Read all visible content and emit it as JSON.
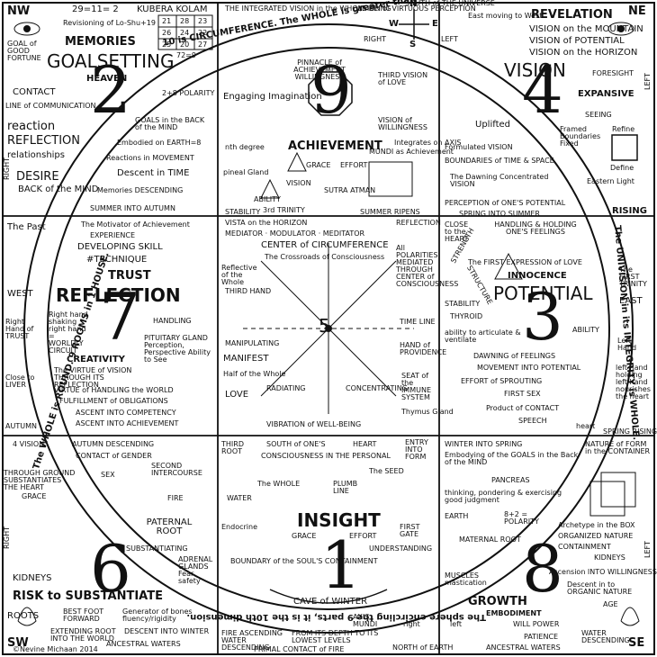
{
  "corners": {
    "nw": "NW",
    "ne": "NE",
    "sw": "SW",
    "se": "SE"
  },
  "header": {
    "equation": "29=11= 2",
    "kubera": "KUBERA KOLAM",
    "lo_shu": "Revisioning of Lo-Shu+19",
    "grid": [
      "21",
      "28",
      "23",
      "26",
      "24",
      "22",
      "25",
      "20",
      "27"
    ],
    "grid_sum": "72=9",
    "integrated": "THE INTEGRATED VISION in the WHOLE BEING",
    "virtuous": "VISION of VIRTUOUS PERCEPTION",
    "south_universe": "SOUTH of THE UNIVERSE",
    "east_west": "East moving to West",
    "revelation": "REVELATION"
  },
  "ring_text": {
    "top": "10 is CIRCUMFERENCE.   The WHOLE is greater than the sum of its parts.",
    "left": "The WHOLE is ROUND.  9 ROOMS in 1 HOUSE.",
    "right": "The UNIVISION in its INTEGRITY is WHOLE.",
    "bottom": "The sphere encircling the 9 parts, it is the 10th dimension."
  },
  "cells": {
    "c2": {
      "number": "2",
      "lines": [
        "GOAL of GOOD FORTUNE",
        "MEMORIES",
        "GOALSETTING",
        "HEAVEN",
        "CONTACT",
        "LINE of COMMUNICATION",
        "2+8 POLARITY",
        "reaction",
        "REFLECTION",
        "relationships",
        "GOALS in the BACK of the MIND",
        "Embodied on EARTH=8",
        "DESIRE",
        "BACK of the MIND",
        "Reactions in MOVEMENT",
        "Descent in TIME",
        "Memories DESCENDING",
        "SUMMER INTO AUTUMN",
        "RIGHT"
      ]
    },
    "c9": {
      "number": "9",
      "lines": [
        "PINNACLE of ACHIEVEMENT WILLINGNESS",
        "Engaging Imagination",
        "THIRD VISION of LOVE",
        "VISION of WILLINGNESS",
        "ACHIEVEMENT",
        "nth degree",
        "pineal Gland",
        "GRACE",
        "EFFORT",
        "SUTRA ATMAN",
        "MUNDI as Achievement",
        "STABILITY",
        "3rd TRINITY",
        "ABILITY",
        "VISION",
        "SUMMER RIPENS",
        "Integrates on AXIS"
      ]
    },
    "c4": {
      "number": "4",
      "lines": [
        "VISION on the MOUNTAIN",
        "VISION of POTENTIAL",
        "VISION on the HORIZON",
        "VISION",
        "FORESIGHT",
        "EXPANSIVE",
        "SEEING",
        "Uplifted",
        "Framed Boundaries Fixed",
        "Refine",
        "Define",
        "Eastern Light",
        "Formulated VISION",
        "BOUNDARIES of TIME & SPACE",
        "The Dawning Concentrated VISION",
        "PERCEPTION of ONE'S POTENTIAL",
        "SPRING INTO SUMMER",
        "RISING",
        "LEFT"
      ]
    },
    "c7": {
      "number": "7",
      "lines": [
        "The Past",
        "WEST",
        "The Motivator of Achievement",
        "EXPERIENCE",
        "DEVELOPING SKILL",
        "#TECHNIQUE",
        "TRUST",
        "REFLECTION",
        "Right hand shaking right hand = WORLDLY CIRCUIT",
        "HANDLING",
        "PITUITARY GLAND Perception, Perspective Ability to See",
        "CREATIVITY",
        "The VIRTUE of VISION THROUGH ITS REFLECTION",
        "VIRTUE of HANDLING the WORLD",
        "FULFILLMENT of OBLIGATIONS",
        "ASCENT INTO COMPETENCY",
        "ASCENT INTO ACHIEVEMENT",
        "Right Hand of TRUST",
        "Close to LIVER",
        "AUTUMN"
      ]
    },
    "c5": {
      "number": "5",
      "lines": [
        "VISTA on the HORIZON",
        "REFLECTION",
        "MEDIATOR · MODULATOR · MEDITATOR",
        "CENTER of CIRCUMFERENCE",
        "The Crossroads of Consciousness",
        "Reflective of the Whole",
        "THIRD HAND",
        "All POLARITIES MEDIATED THROUGH CENTER of CONSCIOUSNESS",
        "MANIPULATING",
        "MANIFEST",
        "Half of the Whole",
        "LOVE",
        "RADIATING",
        "CONCENTRATING",
        "TIME LINE",
        "HAND of PROVIDENCE",
        "SEAT of the IMMUNE SYSTEM",
        "Thymus Gland",
        "VIBRATION of WELL-BEING"
      ]
    },
    "c3": {
      "number": "3",
      "lines": [
        "CLOSE to the HEART",
        "HANDLING & HOLDING ONE'S FEELINGS",
        "The FIRST EXPRESSION of LOVE",
        "INNOCENCE",
        "POTENTIAL",
        "STRENGTH",
        "STRUCTURE",
        "STABILITY",
        "THYROID",
        "ability to articulate & ventilate",
        "ABILITY",
        "DAWNING of FEELINGS",
        "MOVEMENT INTO POTENTIAL",
        "EFFORT of SPROUTING",
        "FIRST SEX",
        "Product of CONTACT",
        "SPEECH",
        "heart",
        "The FIRST TRINITY",
        "EAST",
        "Left Hand",
        "left hand holding left hand nourishes the heart",
        "SPRING RISING"
      ]
    },
    "c6": {
      "number": "6",
      "lines": [
        "4 VISION",
        "AUTUMN DESCENDING",
        "CONTACT of GENDER",
        "SEX",
        "SECOND INTERCOURSE",
        "THROUGH GROUND SUBSTANTIATES THE HEART",
        "GRACE",
        "FIRE",
        "PATERNAL ROOT",
        "SUBSTANTIATING",
        "ADRENAL GLANDS Fear safety",
        "KIDNEYS",
        "RISK to SUBSTANTIATE",
        "ROOTS",
        "BEST FOOT FORWARD",
        "Generator of bones fluency/rigidity",
        "EXTENDING ROOT INTO THE WORLD",
        "DESCENT INTO WINTER",
        "ANCESTRAL WATERS",
        "RIGHT"
      ]
    },
    "c1": {
      "number": "1",
      "lines": [
        "SOUTH of ONE'S",
        "HEART",
        "ENTRY INTO FORM",
        "THIRD ROOT",
        "CONSCIOUSNESS IN THE PERSONAL",
        "The WHOLE",
        "The SEED",
        "WATER",
        "PLUMB LINE",
        "Endocrine",
        "INSIGHT",
        "GRACE",
        "EFFORT",
        "FIRST GATE",
        "UNDERSTANDING",
        "BOUNDARY of the SOUL'S CONTAINMENT",
        "CAVE of WINTER",
        "AXIS MUNDI",
        "FIRE ASCENDING WATER DESCENDING",
        "FROM ITS DEPTH TO ITS LOWEST LEVELS",
        "PRIMAL CONTACT of FIRE",
        "right",
        "left",
        "NORTH of EARTH"
      ]
    },
    "c8": {
      "number": "8",
      "lines": [
        "WINTER INTO SPRING",
        "Embodying of the GOALS in the Back of the MIND",
        "PANCREAS",
        "thinking, pondering & exercising good judgment",
        "EARTH",
        "8+2 = POLARITY",
        "MATERNAL ROOT",
        "NATURE of FORM in the CONTAINER",
        "Archetype in the BOX",
        "ORGANIZED NATURE",
        "CONTAINMENT",
        "KIDNEYS",
        "MUSCLES mastication",
        "Ascension INTO WILLINGNESS",
        "Descent in to ORGANIC NATURE",
        "AGE",
        "GROWTH",
        "EMBODIMENT",
        "WILL POWER",
        "PATIENCE",
        "WATER DESCENDING",
        "ANCESTRAL WATERS",
        "LEFT"
      ]
    }
  },
  "compass": {
    "n": "N",
    "s": "S",
    "e": "E",
    "w": "W",
    "right": "RIGHT",
    "left": "LEFT"
  },
  "signature": "©Nevine Michaan 2014"
}
